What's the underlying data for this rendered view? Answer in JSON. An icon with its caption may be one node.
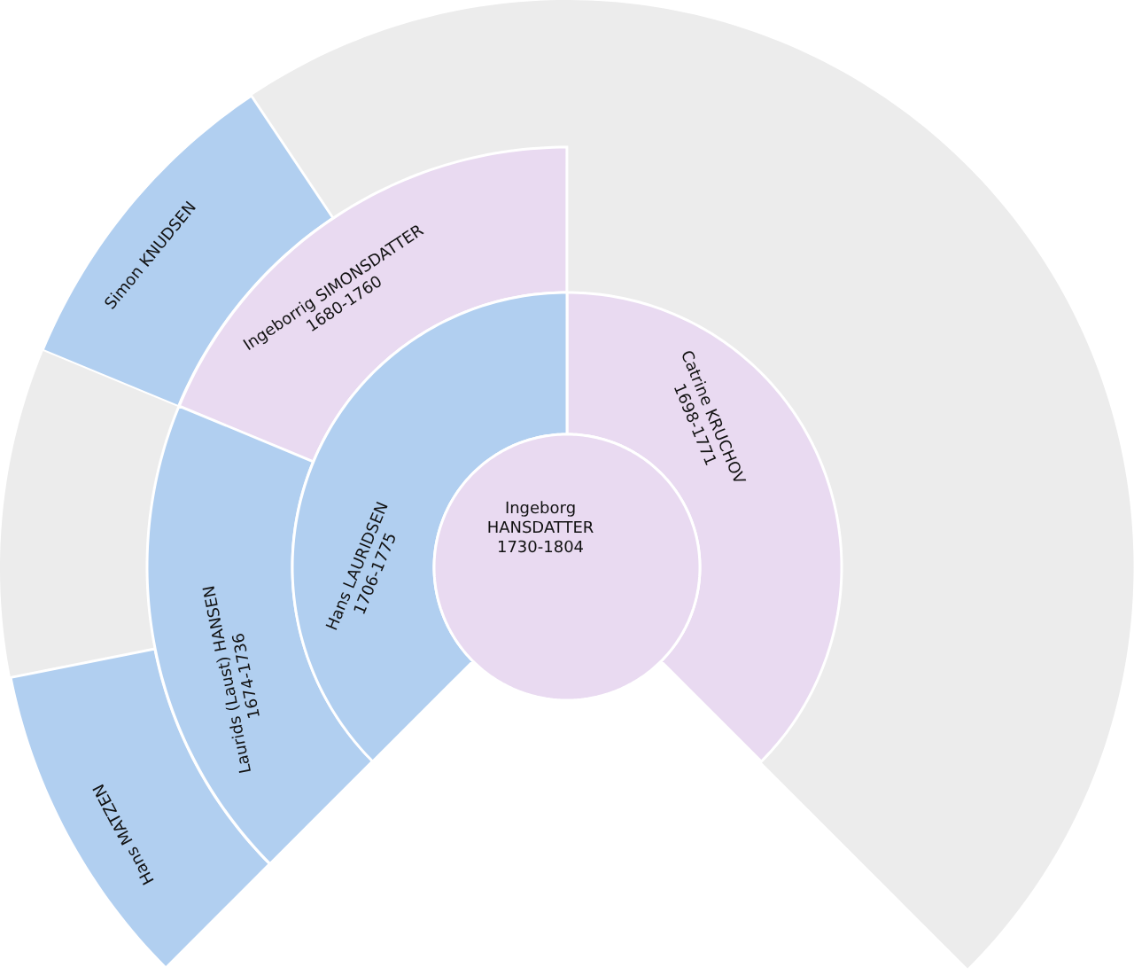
{
  "diagram": {
    "nodes": [
      {
        "text": [
          "Ingeborg HANSDATTER",
          "1730-1804"
        ]
      },
      {
        "text": [
          "Hans LAURIDSEN",
          "1706-1775"
        ]
      },
      {
        "text": [
          "Catrine KRUCHOV",
          "1698-1771"
        ]
      },
      {
        "text": [
          "Laurids (Laust) HANSEN",
          "1674-1736"
        ]
      },
      {
        "text": [
          "Ingeborrig SIMONSDATTER",
          "1680-1760"
        ]
      },
      {
        "text": [
          "Hans MATZEN"
        ]
      },
      {
        "text": [],
        "shape": "sector"
      },
      {
        "text": [
          "Simon KNUDSEN"
        ]
      },
      {
        "text": [],
        "shape": "sector"
      }
    ]
  }
}
